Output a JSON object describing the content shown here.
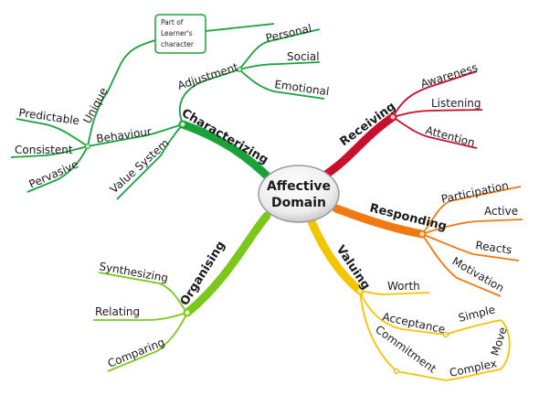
{
  "center": {
    "line1": "Affective",
    "line2": "Domain"
  },
  "branches": {
    "receiving": {
      "label": "Receiving",
      "color": "#c8102e",
      "children": [
        "Awareness",
        "Listening",
        "Attention"
      ]
    },
    "responding": {
      "label": "Responding",
      "color": "#f07a10",
      "children": [
        "Participation",
        "Active",
        "Reacts",
        "Motivation"
      ]
    },
    "valuing": {
      "label": "Valuing",
      "color": "#f3c500",
      "children": {
        "worth": "Worth",
        "acceptance": "Acceptance",
        "commitment": "Commitment",
        "simple": "Simple",
        "complex": "Complex",
        "move": "Move"
      }
    },
    "organising": {
      "label": "Organising",
      "color": "#7cc81a",
      "children": [
        "Synthesizing",
        "Relating",
        "Comparing"
      ]
    },
    "characterizing": {
      "label": "Characterizing",
      "color": "#1aa23a",
      "children": {
        "adjustment": "Adjustment",
        "personal": "Personal",
        "social": "Social",
        "emotional": "Emotional",
        "behaviour": "Behaviour",
        "unique": "Unique",
        "predictable": "Predictable",
        "consistent": "Consistent",
        "pervasive": "Pervasive",
        "value_system": "Value System"
      }
    }
  },
  "note": {
    "line1": "Part of",
    "line2": "Learner's",
    "line3": "character"
  }
}
